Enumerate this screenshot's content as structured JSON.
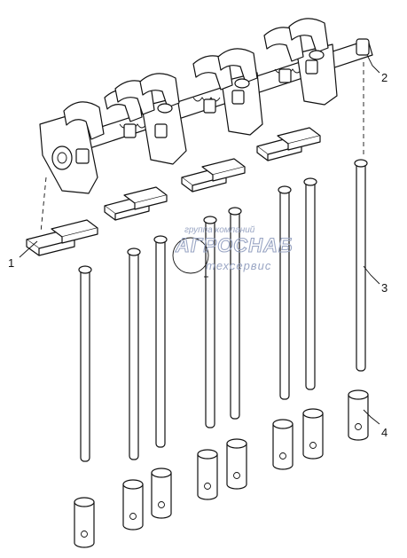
{
  "diagram": {
    "callouts": [
      {
        "id": "1",
        "label": "1"
      },
      {
        "id": "2",
        "label": "2"
      },
      {
        "id": "3",
        "label": "3"
      },
      {
        "id": "4",
        "label": "4"
      }
    ],
    "watermark": {
      "line1": "группа компаний",
      "line2": "АГРОСНАБ",
      "line3": "техсервис"
    },
    "colors": {
      "ink": "#111111",
      "watermark": "#9aa6c4",
      "background": "#ffffff"
    }
  }
}
